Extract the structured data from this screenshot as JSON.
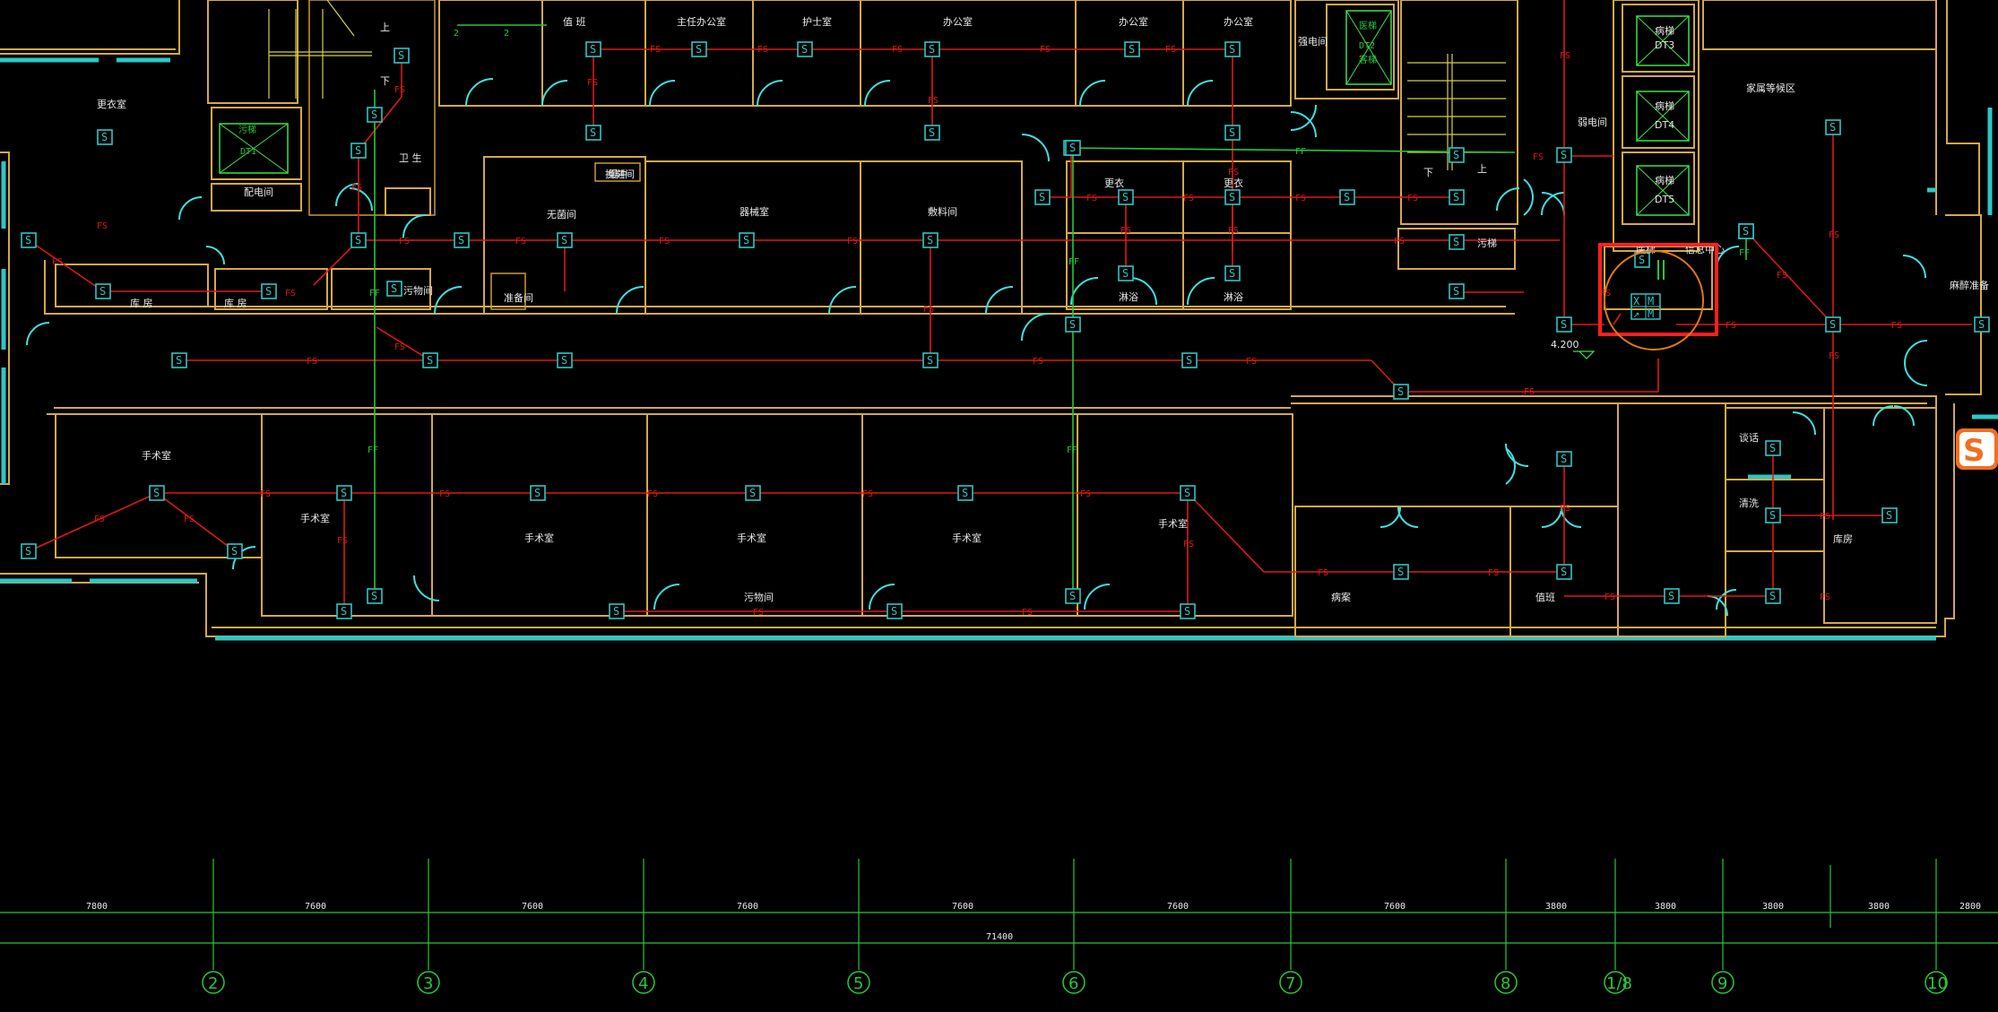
{
  "rooms": [
    {
      "id": "r1",
      "label": "更衣室"
    },
    {
      "id": "r2",
      "label": "值 班"
    },
    {
      "id": "r3",
      "label": "主任办公室"
    },
    {
      "id": "r4",
      "label": "护士室"
    },
    {
      "id": "r5",
      "label": "办公室"
    },
    {
      "id": "r6",
      "label": "办公室"
    },
    {
      "id": "r7",
      "label": "办公室"
    },
    {
      "id": "r8",
      "label": "医梯"
    },
    {
      "id": "r9",
      "label": "DT2"
    },
    {
      "id": "r10",
      "label": "客梯"
    },
    {
      "id": "r11",
      "label": "病梯"
    },
    {
      "id": "r12",
      "label": "DT3"
    },
    {
      "id": "r13",
      "label": "病梯"
    },
    {
      "id": "r14",
      "label": "DT4"
    },
    {
      "id": "r15",
      "label": "病梯"
    },
    {
      "id": "r16",
      "label": "DT5"
    },
    {
      "id": "r17",
      "label": "DT1"
    },
    {
      "id": "r18",
      "label": "污梯"
    },
    {
      "id": "r19",
      "label": "无菌间"
    },
    {
      "id": "r20",
      "label": "器械室"
    },
    {
      "id": "r21",
      "label": "敷料间"
    },
    {
      "id": "r22",
      "label": "换鞋间"
    },
    {
      "id": "r23",
      "label": "库 房"
    },
    {
      "id": "r24",
      "label": "库 房"
    },
    {
      "id": "r25",
      "label": "污物间"
    },
    {
      "id": "r26",
      "label": "手术室"
    },
    {
      "id": "r27",
      "label": "手术室"
    },
    {
      "id": "r28",
      "label": "手术室"
    },
    {
      "id": "r29",
      "label": "手术室"
    },
    {
      "id": "r30",
      "label": "手术室"
    },
    {
      "id": "r31",
      "label": "手术室"
    },
    {
      "id": "r32",
      "label": "污物间"
    },
    {
      "id": "r33",
      "label": "更衣"
    },
    {
      "id": "r34",
      "label": "淋浴"
    },
    {
      "id": "r35",
      "label": "更衣"
    },
    {
      "id": "r36",
      "label": "淋浴"
    },
    {
      "id": "r37",
      "label": "谈话"
    },
    {
      "id": "r38",
      "label": "清洗"
    },
    {
      "id": "r39",
      "label": "库房"
    },
    {
      "id": "r40",
      "label": "病案"
    },
    {
      "id": "r41",
      "label": "值班"
    },
    {
      "id": "r42",
      "label": "污梯"
    },
    {
      "id": "r43",
      "label": "家属等候区"
    },
    {
      "id": "r44",
      "label": "麻醉准备"
    },
    {
      "id": "r45",
      "label": "配电间"
    },
    {
      "id": "r46",
      "label": "强电间"
    },
    {
      "id": "r47",
      "label": "弱电间"
    },
    {
      "id": "r48",
      "label": "医梯"
    },
    {
      "id": "r49",
      "label": "信息中心"
    },
    {
      "id": "r50",
      "label": "卫 生"
    },
    {
      "id": "r51",
      "label": "缓冲"
    },
    {
      "id": "r52",
      "label": "准备间"
    }
  ],
  "labels": {
    "fs": "FS",
    "ff": "FF",
    "stair_up": "上",
    "stair_down": "下",
    "elevation": "4.200",
    "detector_symbol": "S",
    "panel_symbols": [
      "X",
      "M",
      "↗",
      "M"
    ],
    "room_number_a": "2",
    "room_number_b": "2"
  },
  "dimensions": {
    "spans": [
      "7800",
      "7600",
      "7600",
      "7600",
      "7600",
      "7600",
      "7600",
      "3800",
      "3800",
      "3800",
      "3800",
      "2800"
    ],
    "total": "71400"
  },
  "axes": [
    "2",
    "3",
    "4",
    "5",
    "6",
    "7",
    "8",
    "1/8",
    "9",
    "10"
  ],
  "colors": {
    "background": "#000000",
    "wall": "#d4a84b",
    "glazing": "#2fc6c6",
    "fire_alarm_line": "#e01818",
    "fire_line_ff": "#27c83a",
    "axis": "#27c83a",
    "highlight": "#ff1f1f"
  },
  "overlay_icon": "sogou-input-icon"
}
